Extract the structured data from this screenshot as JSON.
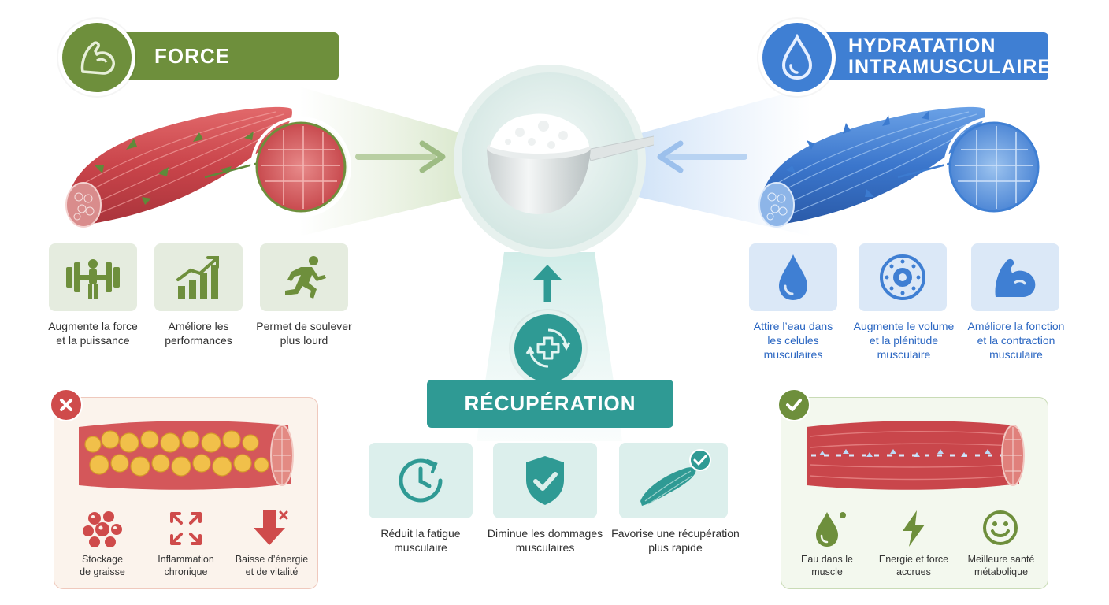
{
  "colors": {
    "green": "#6e8f3c",
    "blue": "#3f7fd3",
    "teal": "#2f9a94",
    "red_bad": "#cf4b4b",
    "muscle_red": "#c9444a"
  },
  "force": {
    "title": "FORCE",
    "icon": "flexed-arm-icon",
    "items": [
      {
        "icon": "dumbbell-icon",
        "label_line1": "Augmente la force",
        "label_line2": "et la puissance"
      },
      {
        "icon": "bar-chart-up-icon",
        "label_line1": "Améliore les",
        "label_line2": "performances"
      },
      {
        "icon": "running-person-icon",
        "label_line1": "Permet de soulever",
        "label_line2": "plus lourd"
      }
    ]
  },
  "hydration": {
    "title_line1": "HYDRATATION",
    "title_line2": "INTRAMUSCULAIRE",
    "icon": "water-drop-icon",
    "items": [
      {
        "icon": "water-drop-icon",
        "label_line1": "Attire l’eau dans",
        "label_line2": "les celules",
        "label_line3": "musculaires"
      },
      {
        "icon": "cell-volume-icon",
        "label_line1": "Augmente le volume",
        "label_line2": "et la plénitude",
        "label_line3": "musculaire"
      },
      {
        "icon": "flexed-arm-icon",
        "label_line1": "Améliore la fonction",
        "label_line2": "et la contraction",
        "label_line3": "musculaire"
      }
    ]
  },
  "recovery": {
    "title": "RÉCUPÉRATION",
    "icon": "medical-cross-cycle-icon",
    "items": [
      {
        "icon": "clock-icon",
        "label_line1": "Réduit la fatigue",
        "label_line2": "musculaire"
      },
      {
        "icon": "shield-check-icon",
        "label_line1": "Diminue les dommages",
        "label_line2": "musculaires"
      },
      {
        "icon": "muscle-check-icon",
        "label_line1": "Favorise une récupération",
        "label_line2": "plus rapide"
      }
    ]
  },
  "bad_panel": {
    "badge_icon": "x-icon",
    "items": [
      {
        "icon": "fat-cells-icon",
        "label_line1": "Stockage",
        "label_line2": "de graisse"
      },
      {
        "icon": "expand-arrows-icon",
        "label_line1": "Inflammation",
        "label_line2": "chronique"
      },
      {
        "icon": "arrow-down-icon",
        "label_line1": "Baisse d’énergie",
        "label_line2": "et de vitalité"
      }
    ]
  },
  "good_panel": {
    "badge_icon": "check-icon",
    "items": [
      {
        "icon": "water-drop-icon",
        "label_line1": "Eau dans le",
        "label_line2": "muscle"
      },
      {
        "icon": "lightning-icon",
        "label_line1": "Energie et force",
        "label_line2": "accrues"
      },
      {
        "icon": "smiley-icon",
        "label_line1": "Meilleure santé",
        "label_line2": "métabolique"
      }
    ]
  }
}
